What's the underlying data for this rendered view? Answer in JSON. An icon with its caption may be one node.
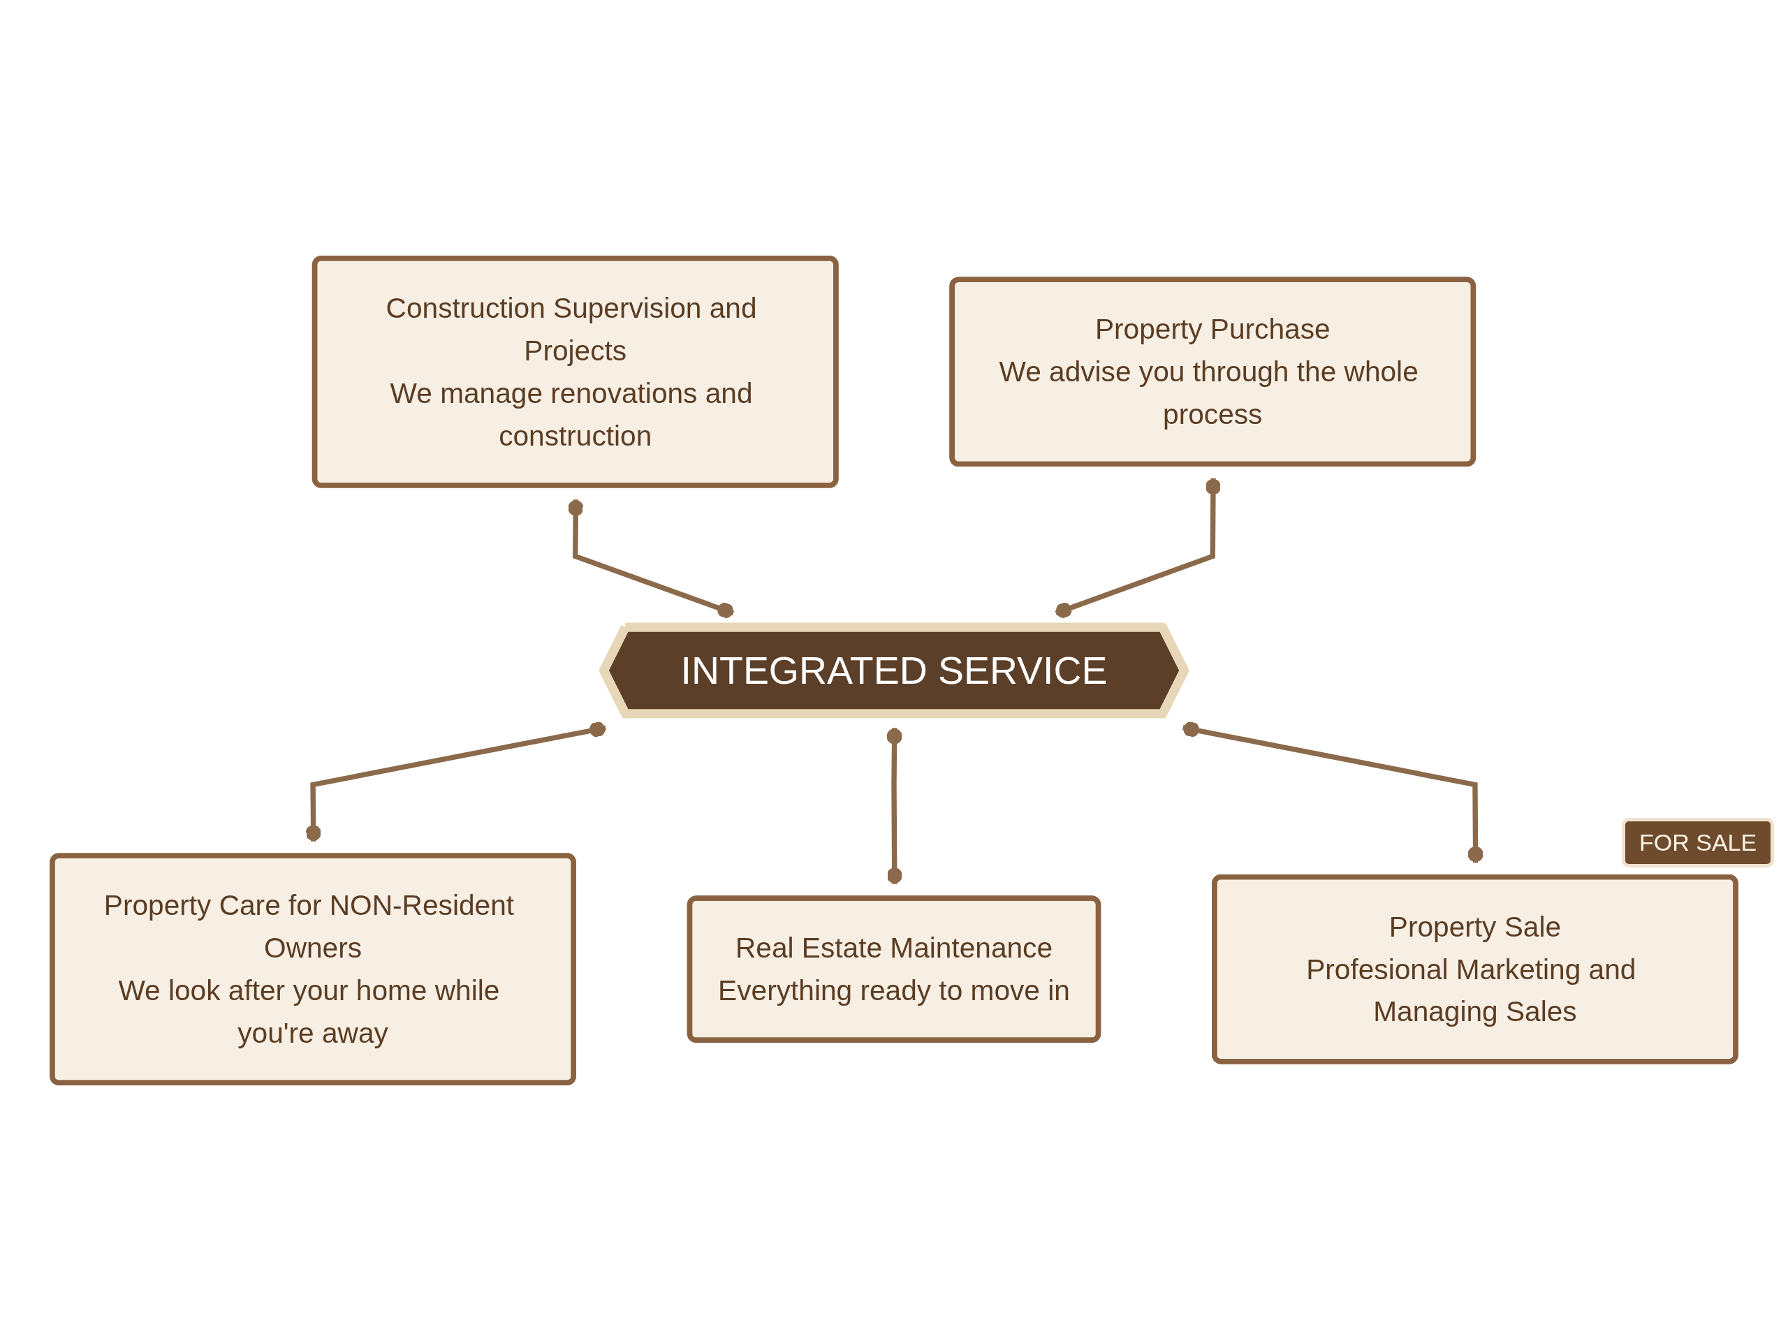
{
  "diagram": {
    "nodes": [
      {
        "text": [
          "Construction Supervision and Projects",
          "We manage renovations and construction"
        ]
      },
      {
        "text": [
          "Property Purchase",
          "We advise you through the whole process"
        ]
      },
      {
        "text": [
          "INTEGRATED SERVICE"
        ]
      },
      {
        "text": [
          "Property Care for NON-Resident Owners",
          "We look after your home while you're away"
        ]
      },
      {
        "text": [
          "Property Sale",
          "Profesional Marketing and Managing Sales"
        ]
      },
      {
        "text": [
          "Real Estate Maintenance",
          "Everything ready to move in"
        ]
      }
    ],
    "edges": [
      {
        "from": 0,
        "to": 2,
        "arrow": "other"
      },
      {
        "from": 1,
        "to": 2,
        "arrow": "other"
      },
      {
        "from": 2,
        "to": 3,
        "arrow": "other"
      },
      {
        "from": 2,
        "to": 5,
        "arrow": "other"
      },
      {
        "from": 2,
        "to": 4,
        "arrow": "other"
      }
    ],
    "labels": [
      "FOR SALE"
    ]
  }
}
